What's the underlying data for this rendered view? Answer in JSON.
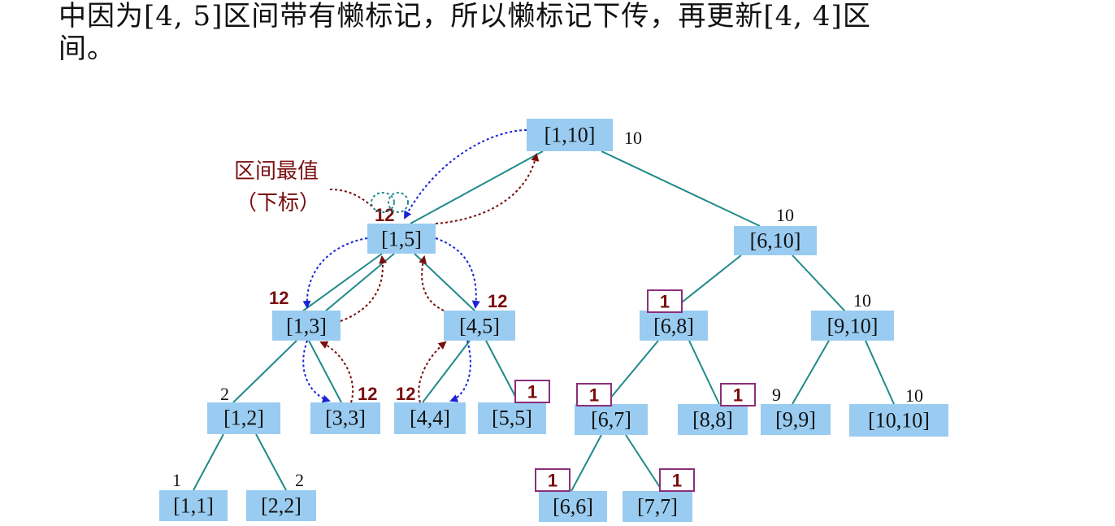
{
  "paragraph": {
    "line1": "中因为[4, 5]区间带有懒标记，所以懒标记下传，再更新[4, 4]区",
    "line2": "间。"
  },
  "annotation": {
    "line1": "区间最值",
    "line2": "（下标）"
  },
  "nodes": {
    "n1_10": "[1,10]",
    "n1_5": "[1,5]",
    "n6_10": "[6,10]",
    "n1_3": "[1,3]",
    "n4_5": "[4,5]",
    "n6_8": "[6,8]",
    "n9_10": "[9,10]",
    "n1_2": "[1,2]",
    "n3_3": "[3,3]",
    "n4_4": "[4,4]",
    "n5_5": "[5,5]",
    "n6_7": "[6,7]",
    "n8_8": "[8,8]",
    "n9_9": "[9,9]",
    "n10_10": "[10,10]",
    "n1_1": "[1,1]",
    "n2_2": "[2,2]",
    "n6_6": "[6,6]",
    "n7_7": "[7,7]"
  },
  "values": {
    "n1_10": "10",
    "n1_5": "12",
    "n6_10": "10",
    "n1_3": "12",
    "n4_5": "12",
    "n9_10": "10",
    "n1_2": "2",
    "n3_3": "12",
    "n4_4": "12",
    "n9_9": "9",
    "n10_10": "10",
    "n1_1": "1",
    "n2_2": "2"
  },
  "lazy": {
    "n6_8": "1",
    "n5_5": "1",
    "n6_7": "1",
    "n8_8": "1",
    "n6_6": "1",
    "n7_7": "1"
  }
}
